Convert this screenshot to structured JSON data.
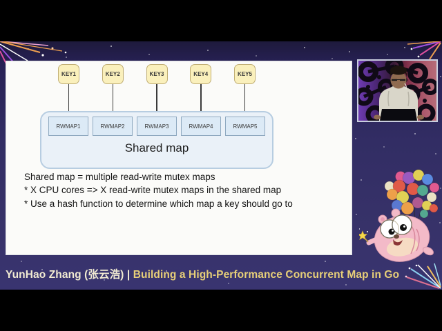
{
  "caption": {
    "speaker": "YunHao Zhang (张云浩)",
    "separator": "|",
    "talk_title": "Building a High-Performance Concurrent Map in Go"
  },
  "slide": {
    "keys": [
      "KEY1",
      "KEY2",
      "KEY3",
      "KEY4",
      "KEY5"
    ],
    "maps": [
      "RWMAP1",
      "RWMAP2",
      "RWMAP3",
      "RWMAP4",
      "RWMAP5"
    ],
    "container_label": "Shared map",
    "bullets": [
      "Shared map = multiple read-write mutex maps",
      "* X CPU cores => X read-write mutex maps in the shared map",
      "* Use a hash function to determine which map a key should go to"
    ]
  },
  "colors": {
    "stage_background": "#332d64",
    "letterbox": "#000000",
    "key_box_fill": "#faf0bc",
    "key_box_border": "#c0ae74",
    "map_box_fill": "#dceaf6",
    "map_box_border": "#8fa9c0",
    "shared_container_fill": "#eaf1f8",
    "shared_container_border": "#b7cde1",
    "caption_speaker_color": "#f1ebd2",
    "caption_title_color": "#e7cf78"
  }
}
